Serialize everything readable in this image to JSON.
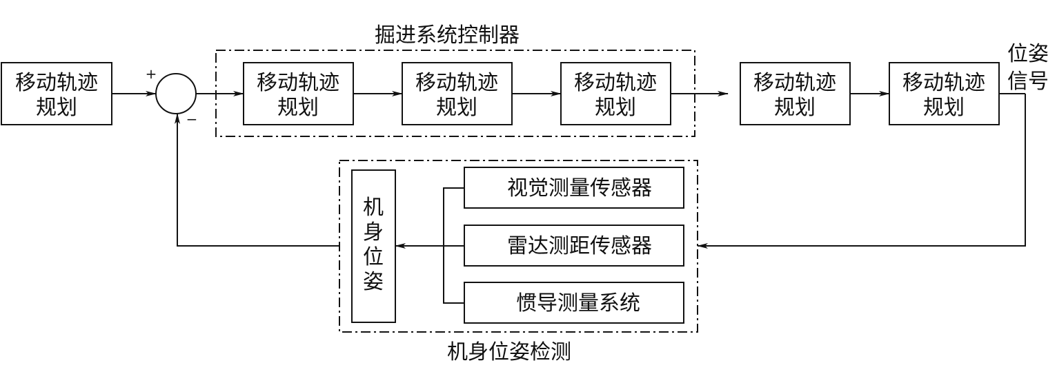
{
  "controller_group": {
    "title": "掘进系统控制器"
  },
  "detection_group": {
    "title": "机身位姿检测"
  },
  "blocks": {
    "input": {
      "line1": "移动轨迹",
      "line2": "规划"
    },
    "ctrl1": {
      "line1": "移动轨迹",
      "line2": "规划"
    },
    "ctrl2": {
      "line1": "移动轨迹",
      "line2": "规划"
    },
    "ctrl3": {
      "line1": "移动轨迹",
      "line2": "规划"
    },
    "plant1": {
      "line1": "移动轨迹",
      "line2": "规划"
    },
    "plant2": {
      "line1": "移动轨迹",
      "line2": "规划"
    }
  },
  "summing_junction": {
    "plus": "+",
    "minus": "−"
  },
  "output": {
    "line1": "位姿",
    "line2": "信号"
  },
  "sensors": [
    {
      "label": "视觉测量传感器"
    },
    {
      "label": "雷达测距传感器"
    },
    {
      "label": "惯导测量系统"
    }
  ],
  "fusion_block": {
    "chars": [
      "机",
      "身",
      "位",
      "姿"
    ]
  }
}
